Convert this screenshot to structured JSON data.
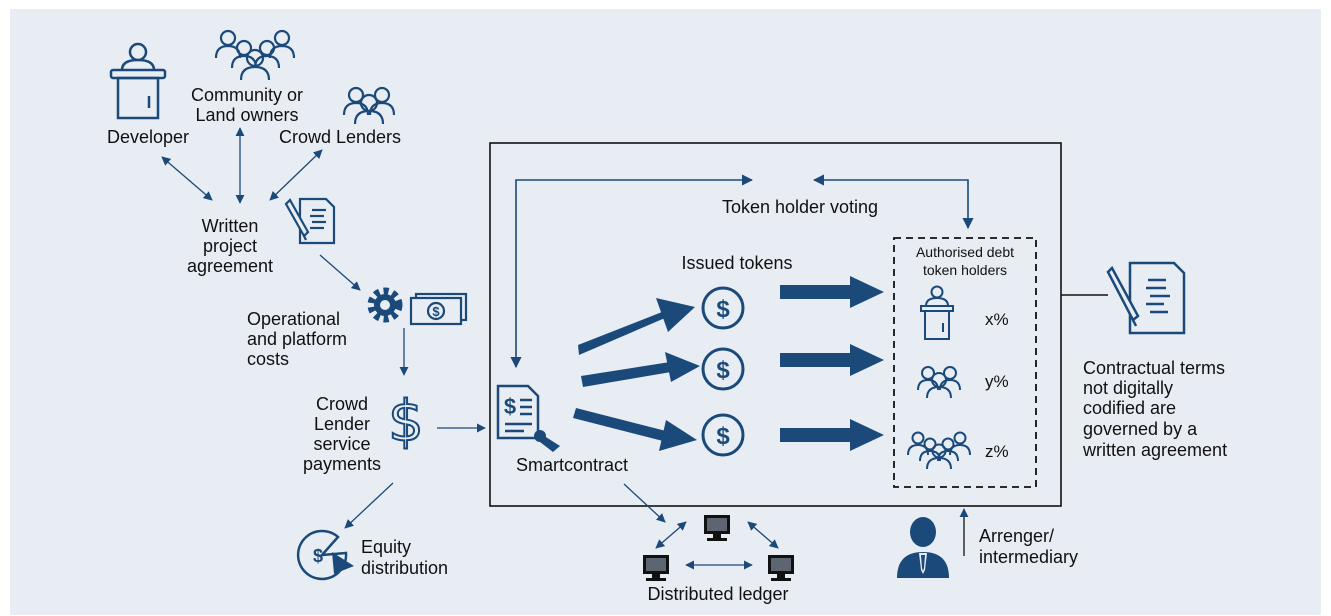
{
  "colors": {
    "background": "#e8edf3",
    "accent": "#1b4a7a",
    "text": "#111111"
  },
  "actors": {
    "developer": "Developer",
    "community_line1": "Community or",
    "community_line2": "Land owners",
    "crowd_lenders": "Crowd Lenders"
  },
  "agreement": {
    "line1": "Written",
    "line2": "project",
    "line3": "agreement"
  },
  "costs": {
    "line1": "Operational",
    "line2": "and platform",
    "line3": "costs"
  },
  "payments": {
    "line1": "Crowd",
    "line2": "Lender",
    "line3": "service",
    "line4": "payments"
  },
  "equity": {
    "line1": "Equity",
    "line2": "distribution"
  },
  "system": {
    "voting_label": "Token holder voting",
    "issued_tokens_label": "Issued tokens",
    "smartcontract_label": "Smartcontract",
    "holders_title_line1": "Authorised debt",
    "holders_title_line2": "token holders",
    "holders": [
      {
        "share": "x%",
        "icon": "person-at-podium-icon"
      },
      {
        "share": "y%",
        "icon": "group-icon"
      },
      {
        "share": "z%",
        "icon": "crowd-icon"
      }
    ]
  },
  "contractual": {
    "line1": "Contractual terms",
    "line2": "not digitally",
    "line3": "codified are",
    "line4": "governed by a",
    "line5": "written agreement"
  },
  "ledger_label": "Distributed ledger",
  "arranger": {
    "line1": "Arrenger/",
    "line2": "intermediary"
  }
}
